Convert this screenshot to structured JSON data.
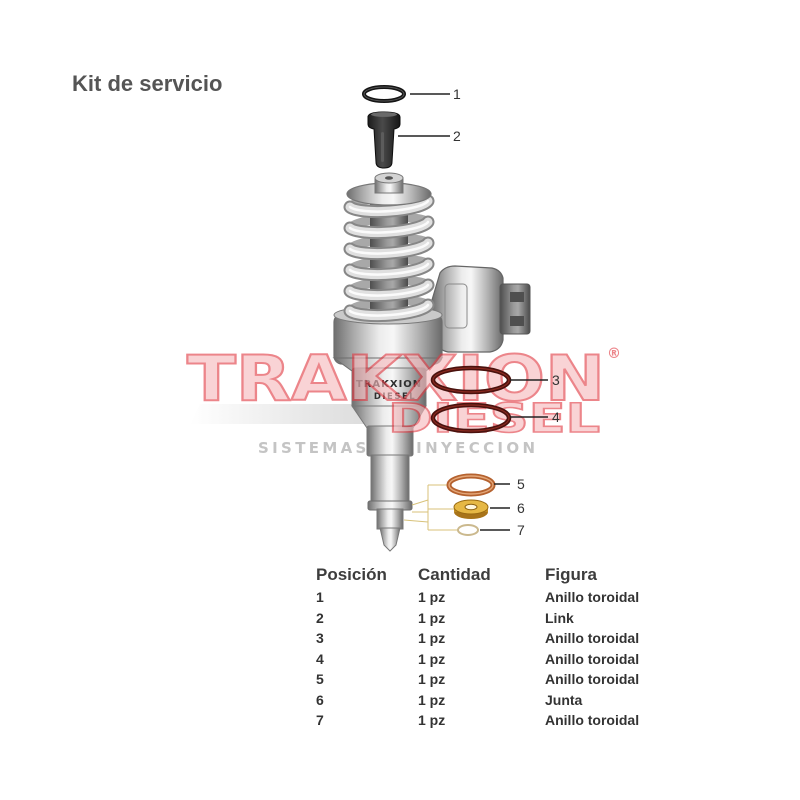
{
  "title": "Kit de servicio",
  "callouts": [
    "1",
    "2",
    "3",
    "4",
    "5",
    "6",
    "7"
  ],
  "injector_label": {
    "brand": "TRAKXION",
    "sub": "DIESEL"
  },
  "watermark": {
    "brand": "TRAKXION",
    "registered": "®",
    "sub": "DIESEL",
    "tagline": "SISTEMAS DE INYECCION"
  },
  "table": {
    "headers": {
      "position": "Posición",
      "quantity": "Cantidad",
      "figure": "Figura"
    },
    "rows": [
      {
        "pos": "1",
        "qty": "1 pz",
        "part": "Anillo toroidal"
      },
      {
        "pos": "2",
        "qty": "1 pz",
        "part": "Link"
      },
      {
        "pos": "3",
        "qty": "1 pz",
        "part": "Anillo toroidal"
      },
      {
        "pos": "4",
        "qty": "1 pz",
        "part": "Anillo toroidal"
      },
      {
        "pos": "5",
        "qty": "1 pz",
        "part": "Anillo toroidal"
      },
      {
        "pos": "6",
        "qty": "1 pz",
        "part": "Junta"
      },
      {
        "pos": "7",
        "qty": "1 pz",
        "part": "Anillo toroidal"
      }
    ]
  },
  "colors": {
    "title": "#555555",
    "watermark_red": "#e23b44",
    "oring": "#4a120e",
    "copper_washer": "#b5622f",
    "brass_seal": "#d8a535",
    "small_ring": "#cbb98e",
    "link_plug": "#2a2a2a"
  }
}
